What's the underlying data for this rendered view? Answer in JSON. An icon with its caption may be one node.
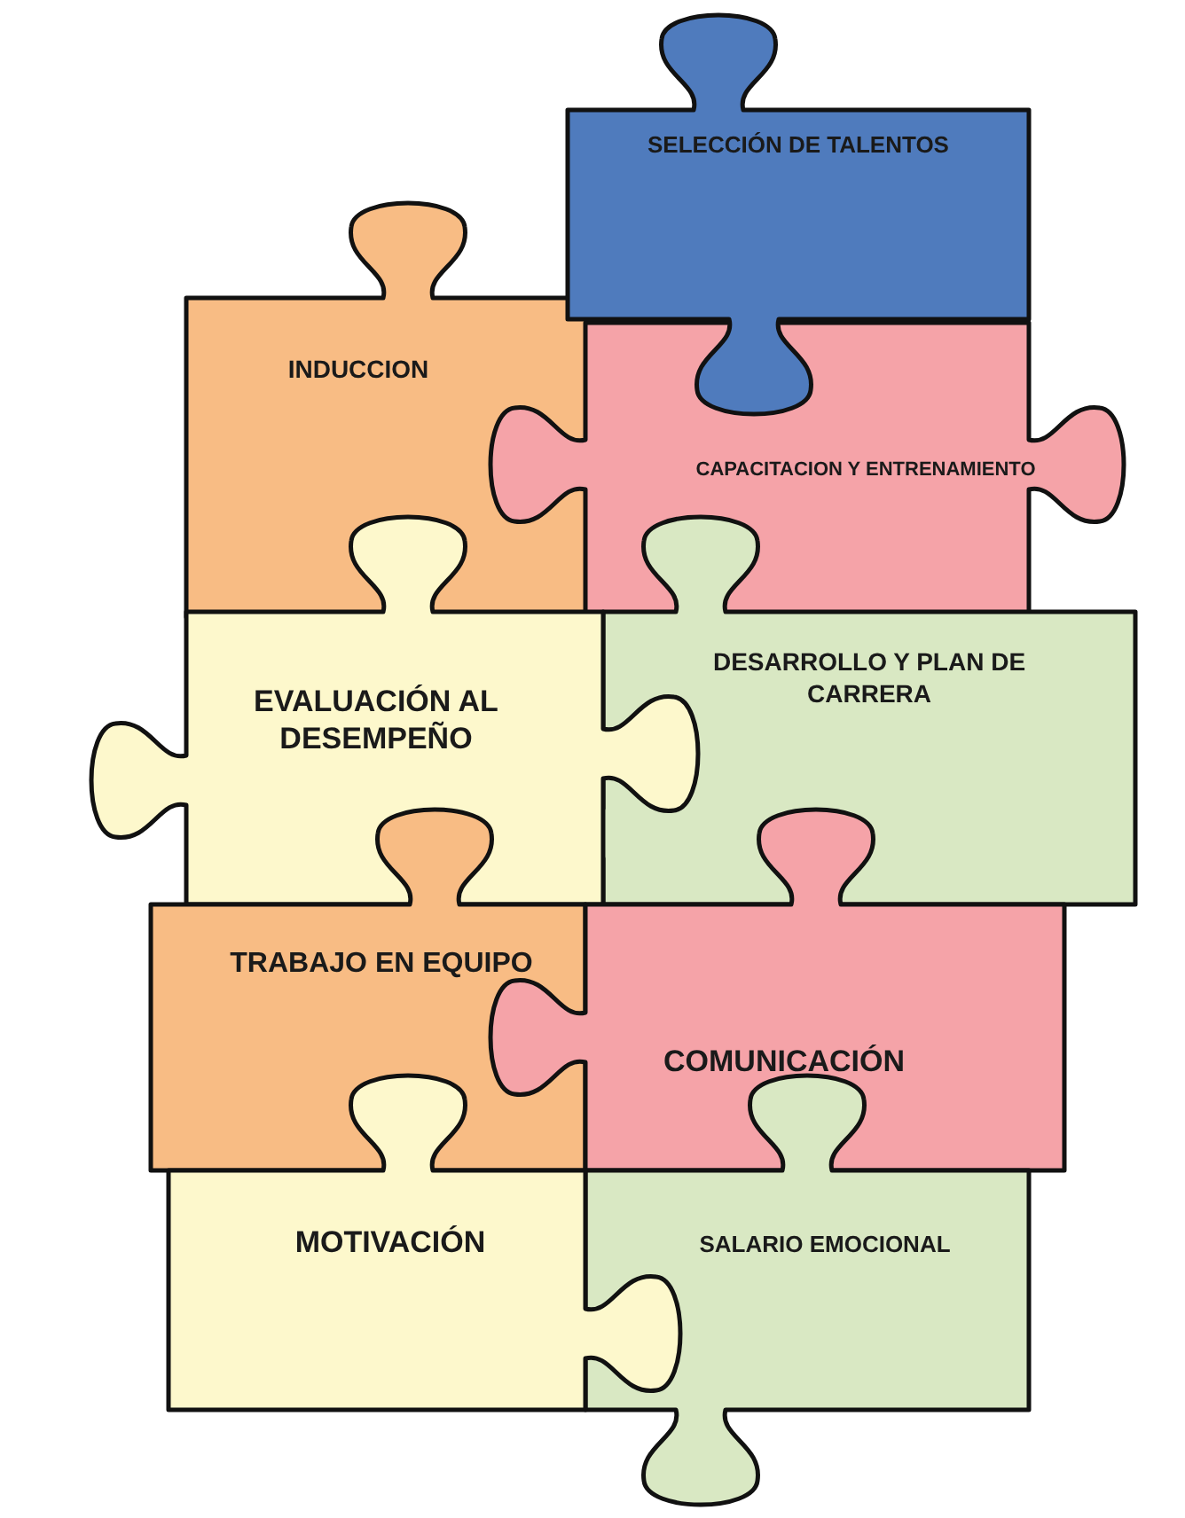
{
  "diagram": {
    "nodes": [
      {
        "text": [
          "SELECCIÓN DE TALENTOS"
        ]
      },
      {
        "text": [
          "INDUCCION"
        ]
      },
      {
        "text": [
          "CAPACITACION Y ENTRENAMIENTO"
        ]
      },
      {
        "text": [
          "EVALUACIÓN AL DESEMPEÑO"
        ]
      },
      {
        "text": [
          "DESARROLLO Y PLAN DE CARRERA"
        ]
      },
      {
        "text": [
          "TRABAJO EN EQUIPO"
        ]
      },
      {
        "text": [
          "COMUNICACIÓN"
        ]
      },
      {
        "text": [
          "MOTIVACIÓN"
        ]
      },
      {
        "text": [
          "SALARIO EMOCIONAL"
        ]
      }
    ],
    "edges": []
  }
}
